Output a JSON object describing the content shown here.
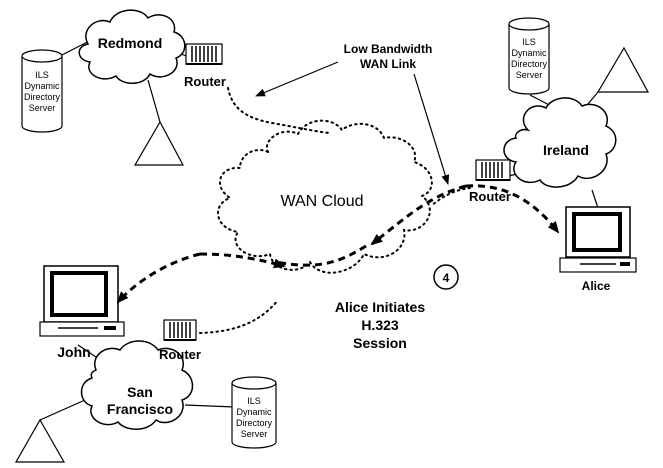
{
  "sites": {
    "redmond": "Redmond",
    "ireland": "Ireland",
    "san_francisco_line1": "San",
    "san_francisco_line2": "Francisco"
  },
  "wan_cloud": "WAN Cloud",
  "routers": {
    "redmond": "Router",
    "ireland": "Router",
    "san_francisco": "Router"
  },
  "ils_server": {
    "line1": "ILS",
    "line2": "Dynamic",
    "line3": "Directory",
    "line4": "Server"
  },
  "wan_link_label": {
    "line1": "Low Bandwidth",
    "line2": "WAN Link"
  },
  "computers": {
    "alice": "Alice",
    "john": "John"
  },
  "step": {
    "number": "4",
    "line1": "Alice Initiates",
    "line2": "H.323",
    "line3": "Session"
  }
}
